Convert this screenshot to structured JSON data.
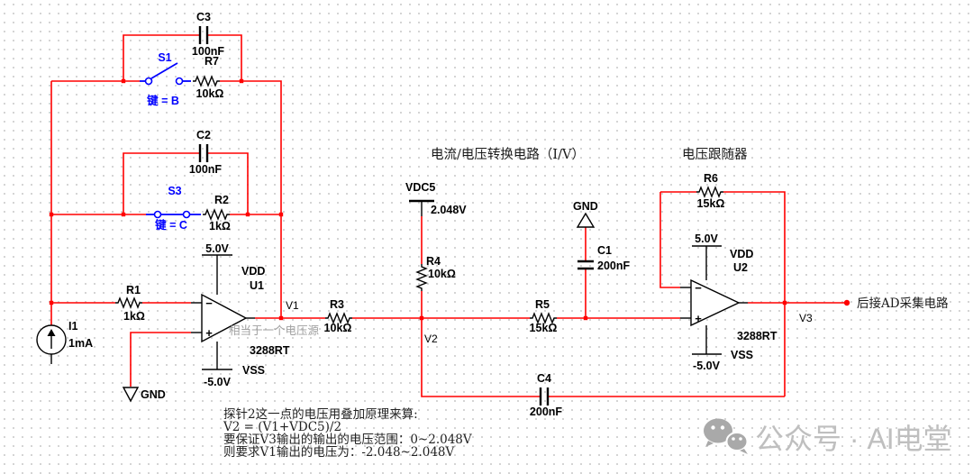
{
  "colors": {
    "wire_red": "#ff0000",
    "symbol_black": "#000000",
    "switch_blue": "#0000ff",
    "grid_dot_gray": "#cdcdcd",
    "note_gray": "#a0a0a0",
    "watermark_gray": "#bfbfbf"
  },
  "sections": {
    "iv_title": "电流/电压转换电路（I/V）",
    "follower_title": "电压跟随器"
  },
  "components": {
    "c3": {
      "ref": "C3",
      "value": "100nF"
    },
    "s1": {
      "ref": "S1",
      "key": "键 = B"
    },
    "r7": {
      "ref": "R7",
      "value": "10kΩ"
    },
    "c2": {
      "ref": "C2",
      "value": "100nF"
    },
    "s3": {
      "ref": "S3",
      "key": "键 = C"
    },
    "r2": {
      "ref": "R2",
      "value": "1kΩ"
    },
    "r1": {
      "ref": "R1",
      "value": "1kΩ"
    },
    "i1": {
      "ref": "I1",
      "value": "1mA"
    },
    "u1": {
      "ref": "U1",
      "part": "3288RT",
      "pin_vdd": "VDD",
      "pin_vss": "VSS",
      "v_pos": "5.0V",
      "v_neg": "-5.0V"
    },
    "gnd1": {
      "label": "GND"
    },
    "vdc5": {
      "ref": "VDC5",
      "value": "2.048V"
    },
    "r4": {
      "ref": "R4",
      "value": "10kΩ"
    },
    "r3": {
      "ref": "R3",
      "value": "10kΩ"
    },
    "r5": {
      "ref": "R5",
      "value": "15kΩ"
    },
    "gnd2": {
      "label": "GND"
    },
    "c1": {
      "ref": "C1",
      "value": "200nF"
    },
    "c4": {
      "ref": "C4",
      "value": "200nF"
    },
    "r6": {
      "ref": "R6",
      "value": "15kΩ"
    },
    "u2": {
      "ref": "U2",
      "part": "3288RT",
      "pin_vdd": "VDD",
      "pin_vss": "VSS",
      "v_pos": "5.0V",
      "v_neg": "-5.0V"
    }
  },
  "nets": {
    "v1": "V1",
    "v2": "V2",
    "v3": "V3"
  },
  "opamp_signs": {
    "minus": "−",
    "plus": "+"
  },
  "notes": {
    "u1_note": "相当于一个电压源",
    "output_note": "后接AD采集电路",
    "calc": [
      "探针2这一点的电压用叠加原理来算:",
      "V2 = (V1+VDC5)/2",
      "要保证V3输出的输出的电压范围：0~2.048V",
      "则要求V1输出的电压为：-2.048~2.048V"
    ]
  },
  "watermark": {
    "icon": "wechat-icon",
    "text": "公众号 · AI电堂"
  }
}
